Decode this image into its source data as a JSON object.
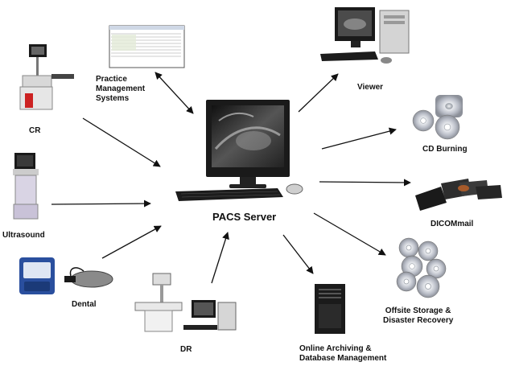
{
  "labels": {
    "pacs_server": "PACS Server",
    "practice_management_line1": "Practice",
    "practice_management_line2": "Management",
    "practice_management_line3": "Systems",
    "cr": "CR",
    "ultrasound": "Ultrasound",
    "dental": "Dental",
    "dr": "DR",
    "viewer": "Viewer",
    "cd_burning": "CD Burning",
    "dicommail": "DICOMmail",
    "offsite_line1": "Offsite Storage &",
    "offsite_line2": "Disaster Recovery",
    "archiving_line1": "Online Archiving &",
    "archiving_line2": "Database Management"
  },
  "colors": {
    "arrow": "#111111",
    "monitor_frame": "#1a1a1a",
    "xray_screen": "#2b2b2b",
    "cd_silver": "#c9ccd2"
  },
  "icons": [
    "pacs-workstation-icon",
    "spreadsheet-window-icon",
    "cr-reader-icon",
    "ultrasound-cart-icon",
    "dental-scanner-icon",
    "dr-table-icon",
    "viewer-workstation-icon",
    "cd-stack-icon",
    "dicom-films-icon",
    "disc-stack-icon",
    "server-tower-icon"
  ]
}
